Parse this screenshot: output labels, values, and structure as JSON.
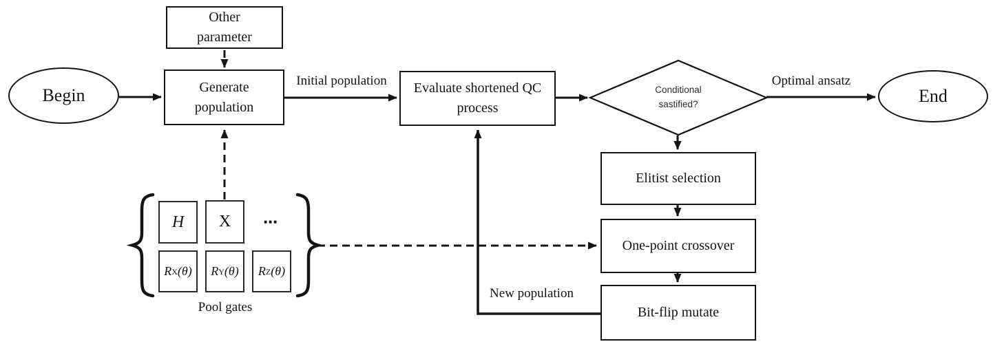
{
  "canvas": {
    "background": "#ffffff",
    "line_color": "#141414"
  },
  "nodes": {
    "begin": {
      "label": "Begin"
    },
    "end": {
      "label": "End"
    },
    "other_parameter": {
      "label": "Other parameter"
    },
    "generate_population": {
      "label": "Generate population"
    },
    "evaluate_qc": {
      "label": "Evaluate shortened QC process"
    },
    "conditional": {
      "label": "Conditional\nsastified?"
    },
    "elitist_selection": {
      "label": "Elitist selection"
    },
    "one_point_crossover": {
      "label": "One-point crossover"
    },
    "bit_flip_mutate": {
      "label": "Bit-flip mutate"
    }
  },
  "edge_labels": {
    "initial_population": "Initial population",
    "optimal_ansatz": "Optimal ansatz",
    "new_population": "New population"
  },
  "pool": {
    "caption": "Pool gates",
    "ellipsis": "⋯",
    "gates": [
      {
        "base": "H"
      },
      {
        "base": "X"
      },
      {
        "base": "R",
        "sub": "X",
        "arg": "(θ)"
      },
      {
        "base": "R",
        "sub": "Y",
        "arg": "(θ)"
      },
      {
        "base": "R",
        "sub": "Z",
        "arg": "(θ)"
      }
    ]
  }
}
